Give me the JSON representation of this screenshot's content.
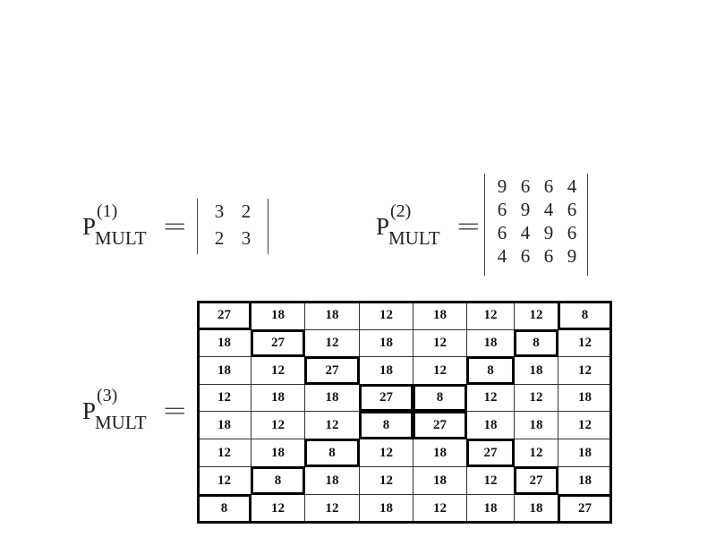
{
  "p1": {
    "symbol": "P",
    "superscript": "(1)",
    "subscript": "MULT",
    "equals": "=",
    "matrix": [
      [
        3,
        2
      ],
      [
        2,
        3
      ]
    ]
  },
  "p2": {
    "symbol": "P",
    "superscript": "(2)",
    "subscript": "MULT",
    "equals": "=",
    "matrix": [
      [
        9,
        6,
        6,
        4
      ],
      [
        6,
        9,
        4,
        6
      ],
      [
        6,
        4,
        9,
        6
      ],
      [
        4,
        6,
        6,
        9
      ]
    ]
  },
  "p3": {
    "symbol": "P",
    "superscript": "(3)",
    "subscript": "MULT",
    "equals": "=",
    "matrix": [
      [
        27,
        18,
        18,
        12,
        18,
        12,
        12,
        8
      ],
      [
        18,
        27,
        12,
        18,
        12,
        18,
        8,
        12
      ],
      [
        18,
        12,
        27,
        18,
        12,
        8,
        18,
        12
      ],
      [
        12,
        18,
        18,
        27,
        8,
        12,
        12,
        18
      ],
      [
        18,
        12,
        12,
        8,
        27,
        18,
        18,
        12
      ],
      [
        12,
        18,
        8,
        12,
        18,
        27,
        12,
        18
      ],
      [
        12,
        8,
        18,
        12,
        18,
        12,
        27,
        18
      ],
      [
        8,
        12,
        12,
        18,
        12,
        18,
        18,
        27
      ]
    ]
  }
}
